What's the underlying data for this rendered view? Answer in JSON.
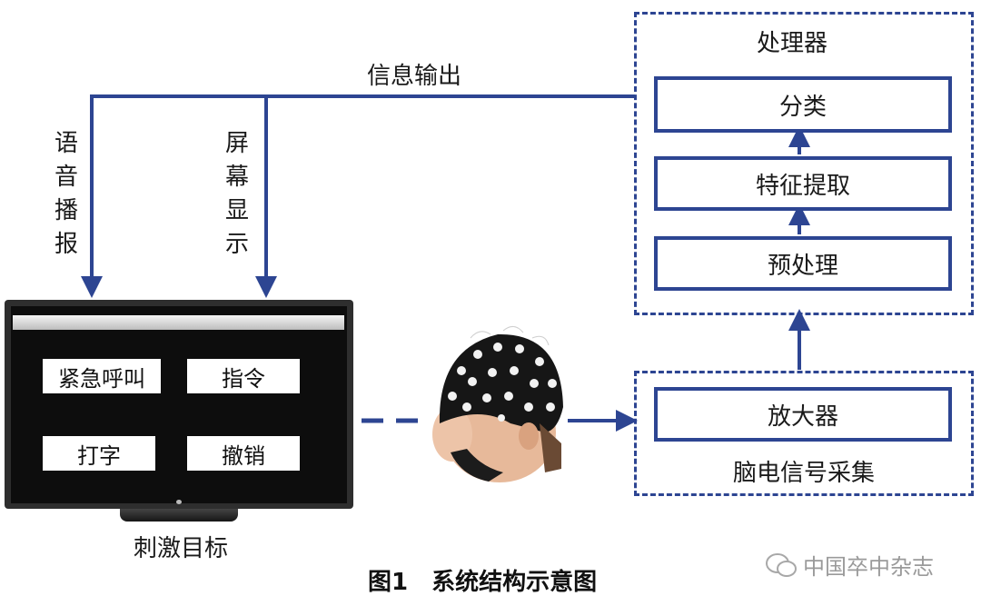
{
  "top_line_label": "信息输出",
  "voice_label": [
    "语",
    "音",
    "播",
    "报"
  ],
  "screen_label": [
    "屏",
    "幕",
    "显",
    "示"
  ],
  "processor": {
    "title": "处理器",
    "steps": [
      "分类",
      "特征提取",
      "预处理"
    ]
  },
  "acquisition": {
    "title": "脑电信号采集",
    "amplifier": "放大器"
  },
  "monitor": {
    "buttons": [
      "紧急呼叫",
      "指令",
      "打字",
      "撤销"
    ],
    "caption": "刺激目标"
  },
  "figure_caption": "图1　系统结构示意图",
  "watermark": "中国卒中杂志",
  "colors": {
    "line": "#2d4592",
    "screen": "#0d0d0d",
    "bezel": "#2e2e2e"
  }
}
